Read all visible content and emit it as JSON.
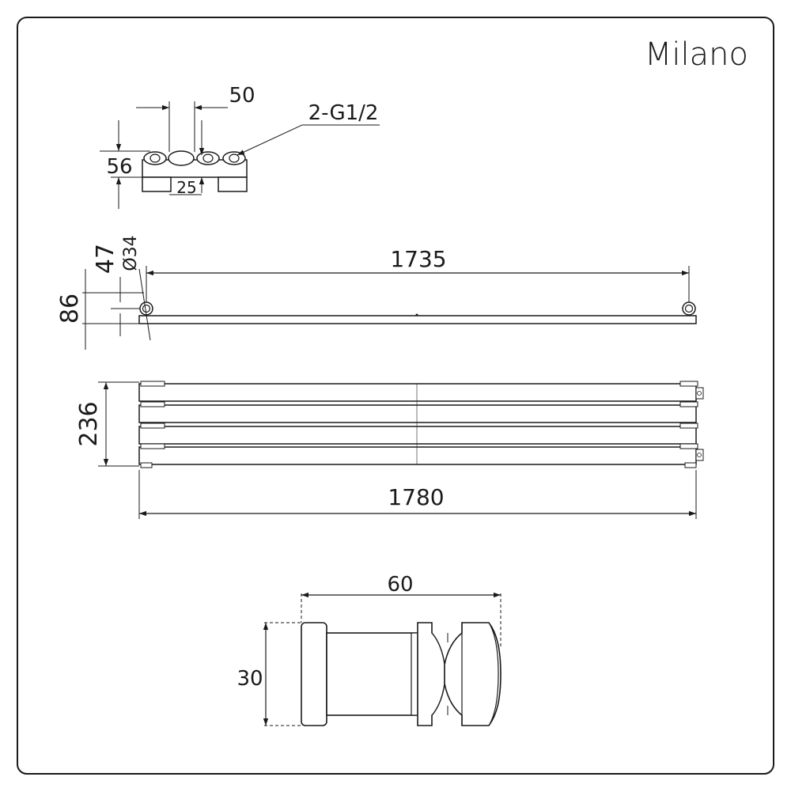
{
  "brand": "Milano",
  "dimensions": {
    "pipe_spacing": "50",
    "connection": "2-G1/2",
    "bracket_height": "56",
    "wall_offset": "25",
    "pipe_height": "47",
    "pipe_diameter": "Ø34",
    "depth": "86",
    "centres": "1735",
    "height": "236",
    "length": "1780",
    "valve_length": "60",
    "valve_height": "30"
  }
}
